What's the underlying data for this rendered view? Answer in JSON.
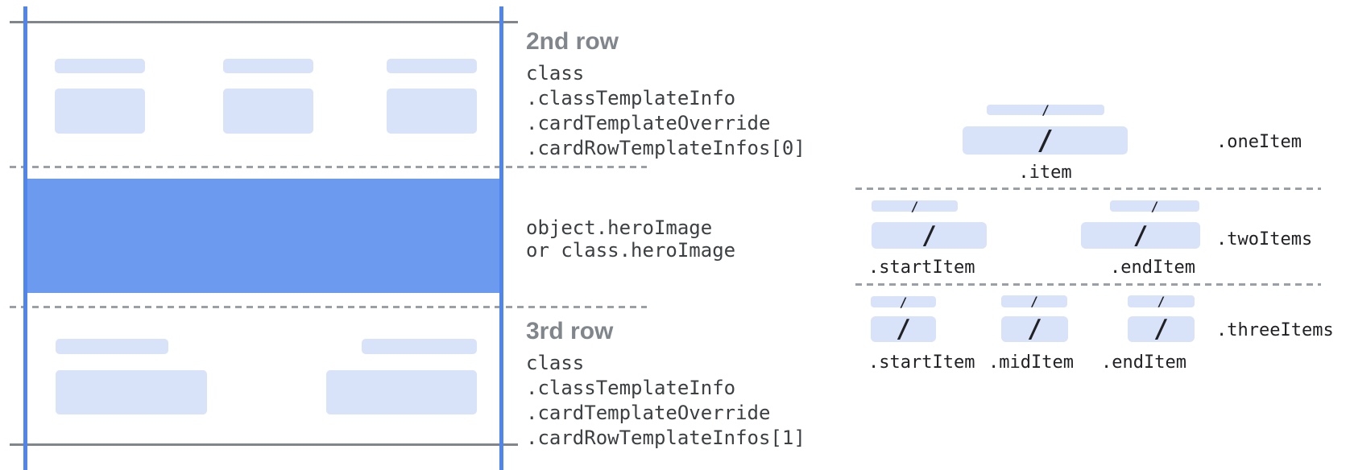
{
  "glyphs": {
    "slash": "/"
  },
  "colors": {
    "hero_blue": "#6c9aee",
    "placeholder_blue": "#d8e2f8",
    "guide_line_blue": "#5086ec",
    "solid_line_gray": "#80868b",
    "dashed_line_gray": "#9aa0a6",
    "heading_gray": "#80868b",
    "code_text": "#3c4043",
    "slash_text": "#202124"
  },
  "left_annotations": {
    "row2": {
      "heading": "2nd row",
      "lines": [
        "class",
        ".classTemplateInfo",
        ".cardTemplateOverride",
        ".cardRowTemplateInfos[0]"
      ]
    },
    "hero": {
      "lines": [
        "object.heroImage",
        "or class.heroImage"
      ]
    },
    "row3": {
      "heading": "3rd row",
      "lines": [
        "class",
        ".classTemplateInfo",
        ".cardTemplateOverride",
        ".cardRowTemplateInfos[1]"
      ]
    }
  },
  "right_annotations": {
    "one_item": {
      "section_label": ".oneItem",
      "item": ".item"
    },
    "two_items": {
      "section_label": ".twoItems",
      "start": ".startItem",
      "end": ".endItem"
    },
    "three_items": {
      "section_label": ".threeItems",
      "start": ".startItem",
      "mid": ".midItem",
      "end": ".endItem"
    }
  }
}
